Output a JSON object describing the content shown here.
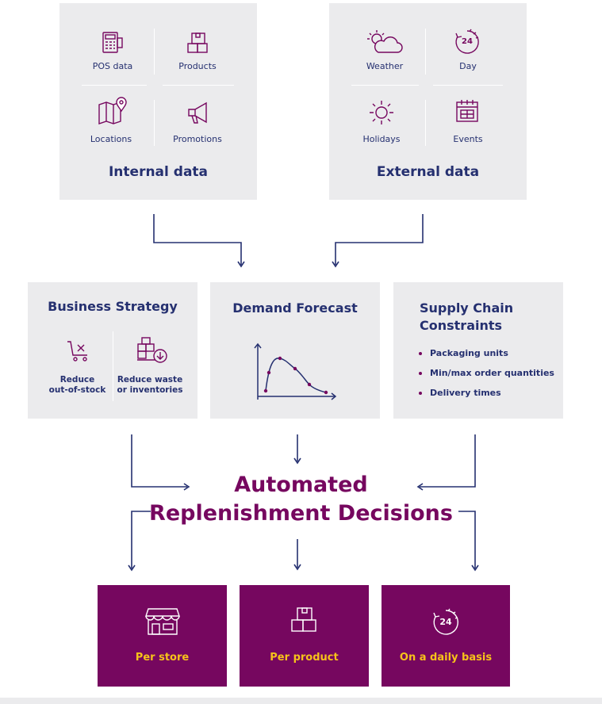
{
  "internal": {
    "title": "Internal data",
    "items": [
      "POS data",
      "Products",
      "Locations",
      "Promotions"
    ]
  },
  "external": {
    "title": "External data",
    "items": [
      "Weather",
      "Day",
      "Holidays",
      "Events"
    ],
    "day_badge": "24"
  },
  "business": {
    "title": "Business Strategy",
    "item1": [
      "Reduce",
      "out-of-stock"
    ],
    "item2": [
      "Reduce waste",
      "or inventories"
    ]
  },
  "demand": {
    "title": "Demand Forecast"
  },
  "supply": {
    "title": [
      "Supply Chain",
      "Constraints"
    ],
    "bullets": [
      "Packaging units",
      "Min/max order quantities",
      "Delivery times"
    ]
  },
  "decisions": {
    "line1": "Automated",
    "line2": "Replenishment Decisions"
  },
  "outputs": {
    "items": [
      "Per store",
      "Per product",
      "On a daily basis"
    ],
    "daily_badge": "24"
  },
  "colors": {
    "navy": "#253070",
    "purple": "#76075f",
    "yellow": "#f6c21a",
    "panel": "#ebebed"
  }
}
